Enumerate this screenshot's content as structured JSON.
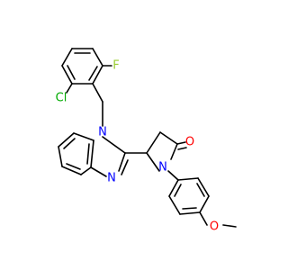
{
  "colors": {
    "bond": "#000000",
    "chlorine": "#00aa00",
    "fluorine": "#9acd32",
    "nitrogen": "#0000ff",
    "oxygen": "#ff0000",
    "background": "#ffffff"
  },
  "atoms": {
    "cl": "Cl",
    "f": "F",
    "n1": "N",
    "n3": "N",
    "n_lactam": "N",
    "o_carbonyl": "O",
    "o_methoxy": "O"
  }
}
